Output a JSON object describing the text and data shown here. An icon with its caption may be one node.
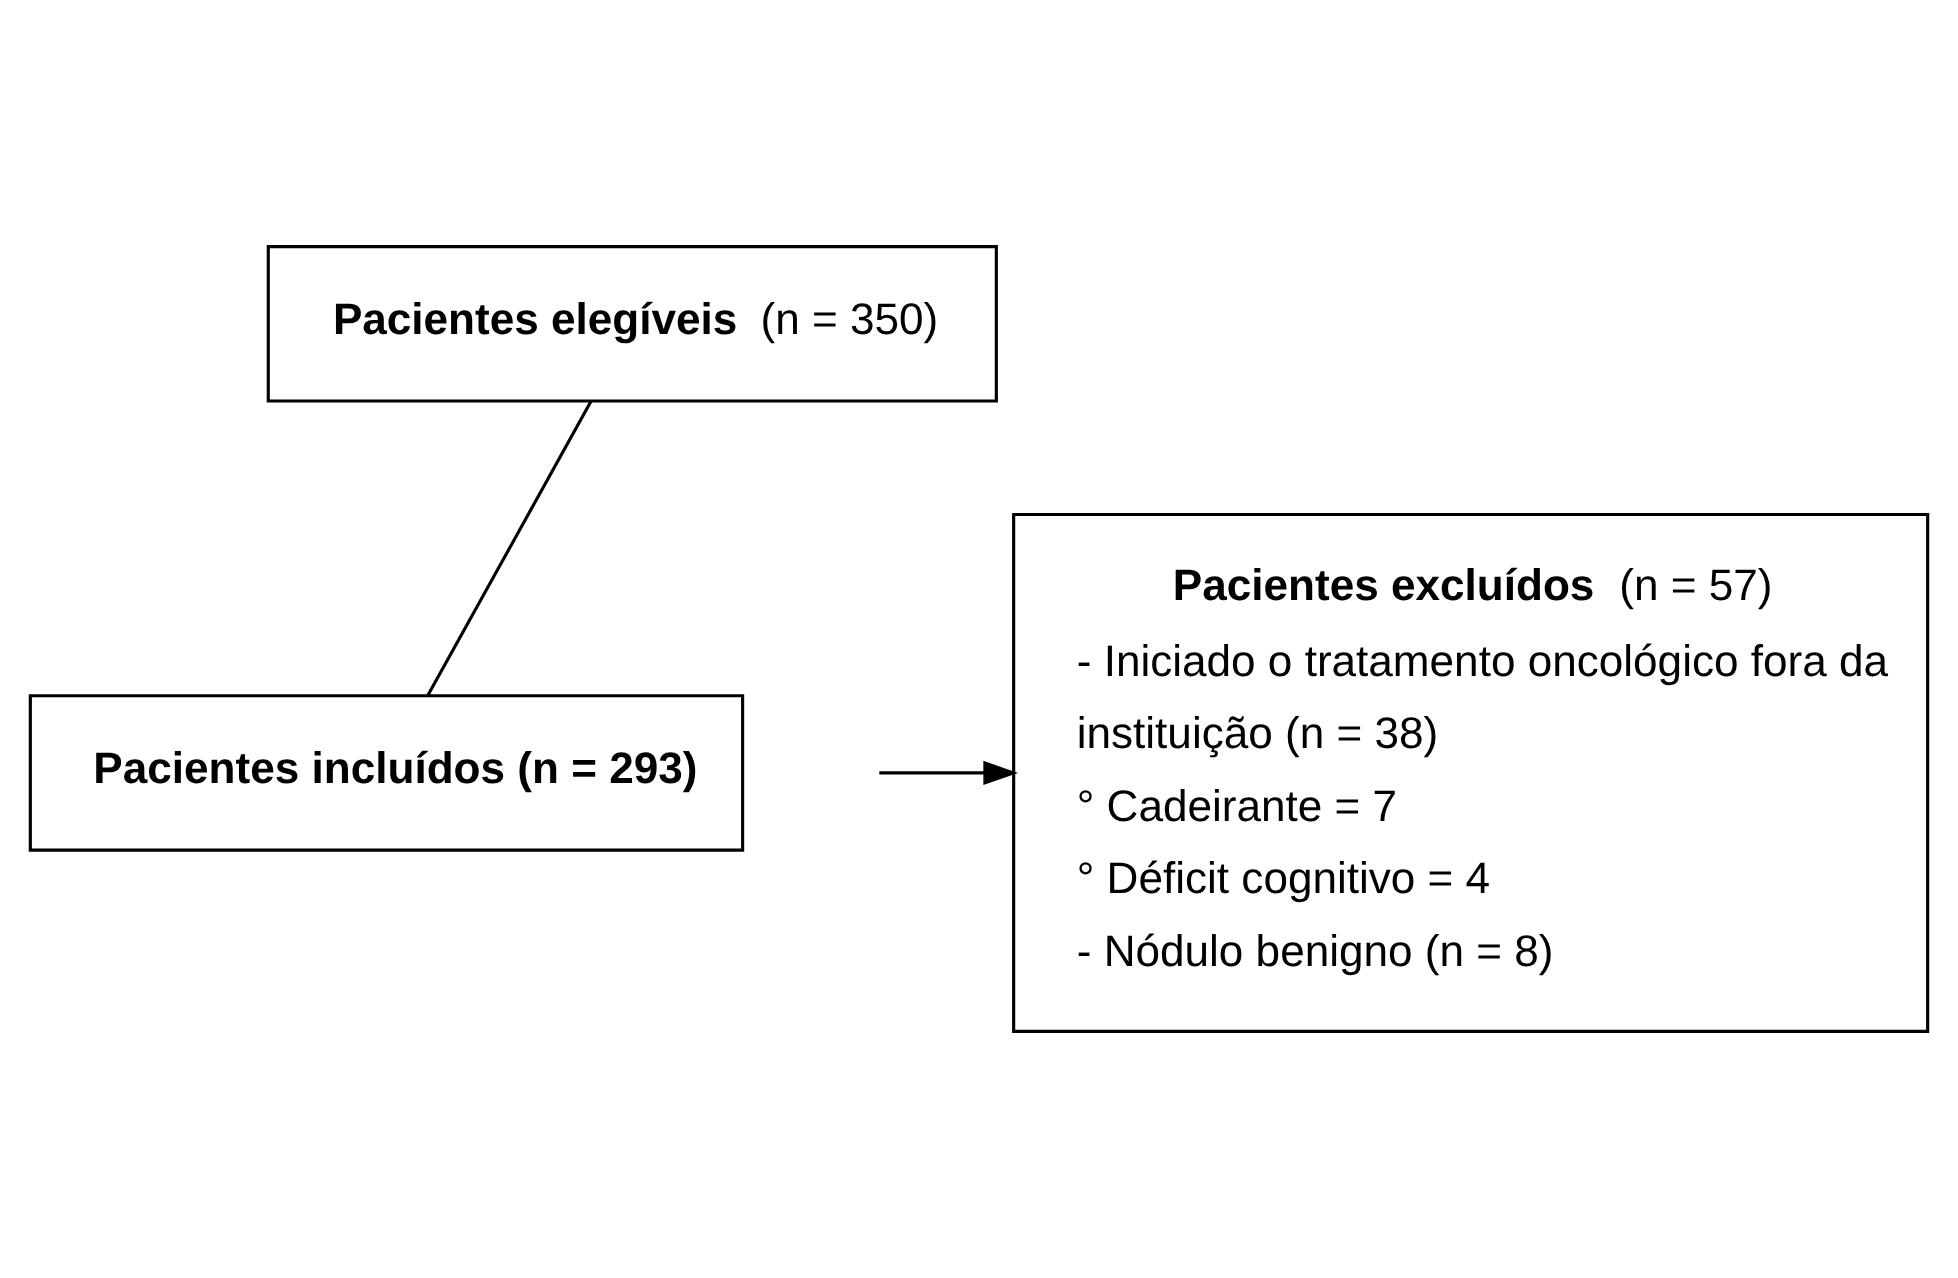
{
  "diagram": {
    "nodes": [
      {
        "text": [
          "**Pacientes elegíveis** (n = 350)"
        ]
      },
      {
        "text": [
          "**Pacientes excluídos** (n = 57)",
          "- Iniciado o tratamento oncológico fora da instituição (n = 38)",
          "° Cadeirante = 7",
          "° Déficit cognitivo = 4",
          "- Nódulo benigno (n = 8)"
        ]
      },
      {
        "text": [
          "Pacientes incluídos (n = 293)"
        ]
      }
    ],
    "edges": [
      {
        "from": 0,
        "to": 2,
        "arrow": "none"
      },
      {
        "from": null,
        "to": 1,
        "arrow": "to"
      }
    ]
  }
}
